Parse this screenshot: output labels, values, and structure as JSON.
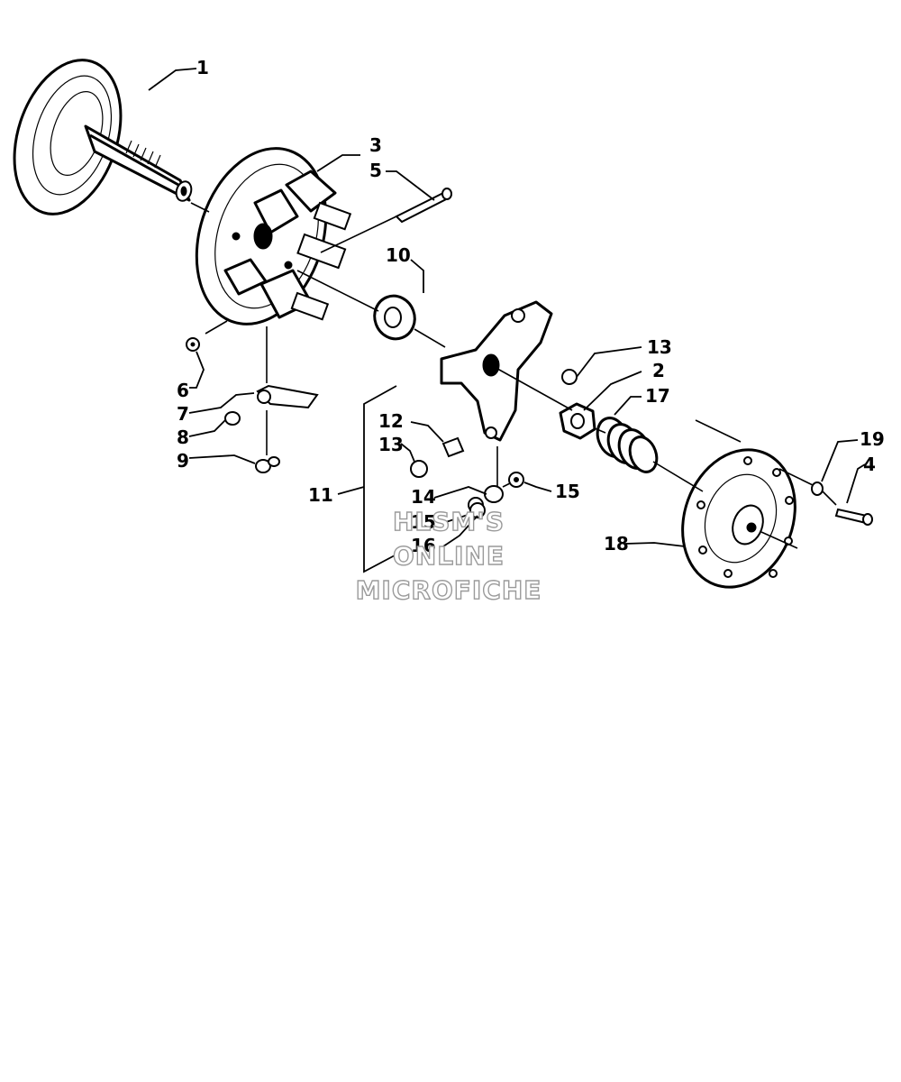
{
  "callouts": {
    "c1": "1",
    "c2": "2",
    "c3": "3",
    "c4": "4",
    "c5": "5",
    "c6": "6",
    "c7": "7",
    "c8": "8",
    "c9": "9",
    "c10": "10",
    "c11": "11",
    "c12": "12",
    "c13a": "13",
    "c13b": "13",
    "c14": "14",
    "c15a": "15",
    "c15b": "15",
    "c16": "16",
    "c17": "17",
    "c18": "18",
    "c19": "19"
  },
  "watermark": {
    "line1": "HLSM'S",
    "line2": "ONLINE",
    "line3": "MICROFICHE"
  }
}
